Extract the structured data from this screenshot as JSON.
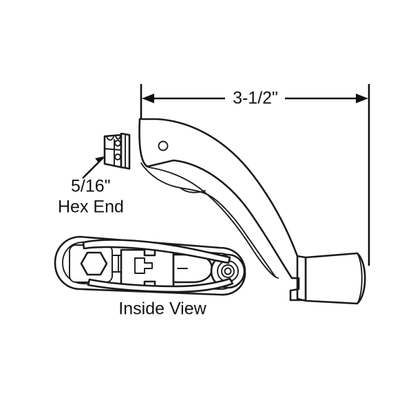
{
  "drawing": {
    "background_color": "#ffffff",
    "line_color": "#1a1a1a",
    "subject": "casement-window-crank-handle",
    "dimension": {
      "length_label": "3-1/2\"",
      "orientation": "horizontal",
      "arrow_style": "double-arrow"
    },
    "callout": {
      "size_label": "5/16\"",
      "feature_label": "Hex End",
      "pointer": "arrow-up-right"
    },
    "caption": {
      "inside_view_label": "Inside View"
    },
    "features": {
      "hex_shaft_name": "hex-shaft",
      "handle_arm_name": "handle-arm",
      "knob_name": "handle-knob",
      "screw_hole_name": "screw-hole",
      "hex_socket_name": "hex-socket",
      "pivot_hole_name": "pivot-hole"
    }
  }
}
